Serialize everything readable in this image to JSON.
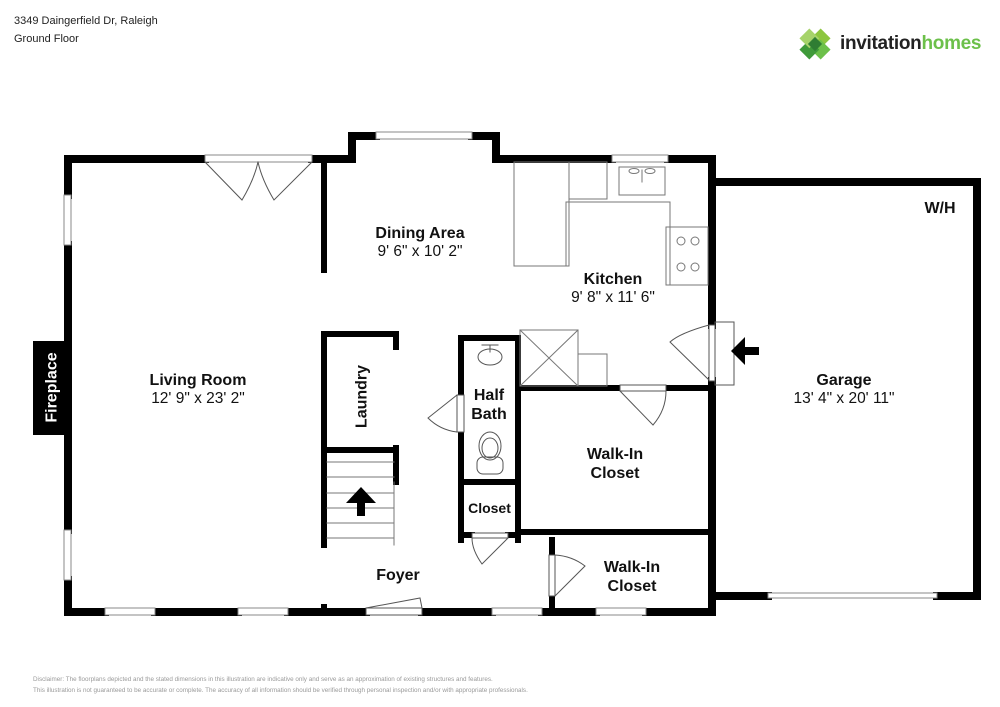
{
  "header": {
    "address": "3349 Daingerfield Dr, Raleigh",
    "floor": "Ground Floor"
  },
  "logo": {
    "icon": "clover-tile-icon",
    "text_part1": "invitation",
    "text_part2": "homes",
    "colors": {
      "dark": "#222222",
      "green": "#6cc04a",
      "green_dark": "#3f9a3a"
    }
  },
  "rooms": {
    "living_room": {
      "name": "Living Room",
      "dims": "12' 9\" x 23' 2\""
    },
    "dining_area": {
      "name": "Dining Area",
      "dims": "9' 6\" x 10' 2\""
    },
    "kitchen": {
      "name": "Kitchen",
      "dims": "9' 8\" x 11' 6\""
    },
    "garage": {
      "name": "Garage",
      "dims": "13' 4\" x 20' 11\""
    },
    "laundry": {
      "name": "Laundry"
    },
    "half_bath": {
      "name_line1": "Half",
      "name_line2": "Bath"
    },
    "closet": {
      "name": "Closet"
    },
    "walk_in_closet_1": {
      "name_line1": "Walk-In",
      "name_line2": "Closet"
    },
    "walk_in_closet_2": {
      "name_line1": "Walk-In",
      "name_line2": "Closet"
    },
    "foyer": {
      "name": "Foyer"
    },
    "fireplace": {
      "name": "Fireplace"
    },
    "water_heater": {
      "name": "W/H"
    }
  },
  "disclaimer": {
    "line1": "Disclaimer: The floorplans depicted and the stated dimensions in this illustration are indicative only and serve as an approximation of existing structures and features.",
    "line2": "This illustration is not guaranteed to be accurate or complete. The accuracy of all information should be verified through personal inspection and/or with appropriate professionals."
  }
}
